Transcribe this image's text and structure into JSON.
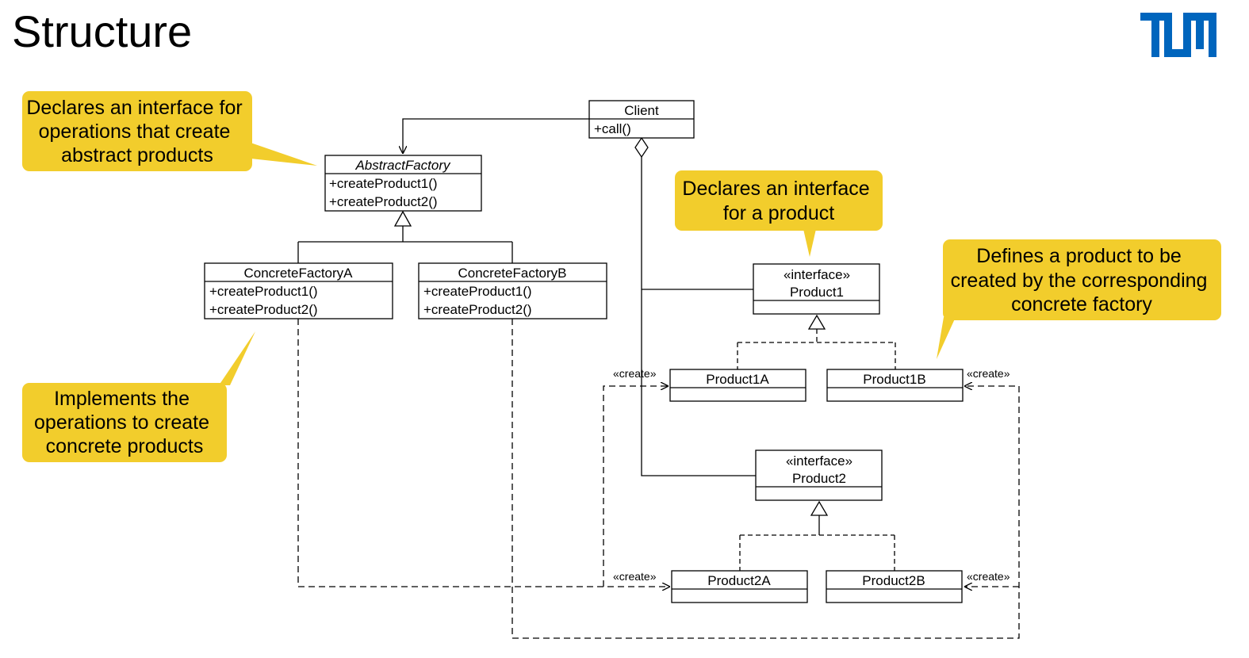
{
  "header": {
    "title": "Structure"
  },
  "logo": {
    "text": "TUM",
    "color": "#0065BD"
  },
  "colors": {
    "callout": "#F2CD2C",
    "line": "#000000"
  },
  "callouts": {
    "abstract_factory": [
      "Declares an interface for",
      "operations that create",
      "abstract products"
    ],
    "product_interface": [
      "Declares an interface",
      "for a product"
    ],
    "concrete_product": [
      "Defines a product to be",
      "created by the corresponding",
      "concrete factory"
    ],
    "concrete_factory": [
      "Implements the",
      "operations to create",
      "concrete products"
    ]
  },
  "classes": {
    "client": {
      "name": "Client",
      "methods": [
        "+call()"
      ]
    },
    "abstract_factory": {
      "name": "AbstractFactory",
      "methods": [
        "+createProduct1()",
        "+createProduct2()"
      ]
    },
    "concrete_factory_a": {
      "name": "ConcreteFactoryA",
      "methods": [
        "+createProduct1()",
        "+createProduct2()"
      ]
    },
    "concrete_factory_b": {
      "name": "ConcreteFactoryB",
      "methods": [
        "+createProduct1()",
        "+createProduct2()"
      ]
    },
    "product1": {
      "stereotype": "«interface»",
      "name": "Product1"
    },
    "product2": {
      "stereotype": "«interface»",
      "name": "Product2"
    },
    "product1a": {
      "name": "Product1A"
    },
    "product1b": {
      "name": "Product1B"
    },
    "product2a": {
      "name": "Product2A"
    },
    "product2b": {
      "name": "Product2B"
    }
  },
  "labels": {
    "create": "«create»"
  }
}
